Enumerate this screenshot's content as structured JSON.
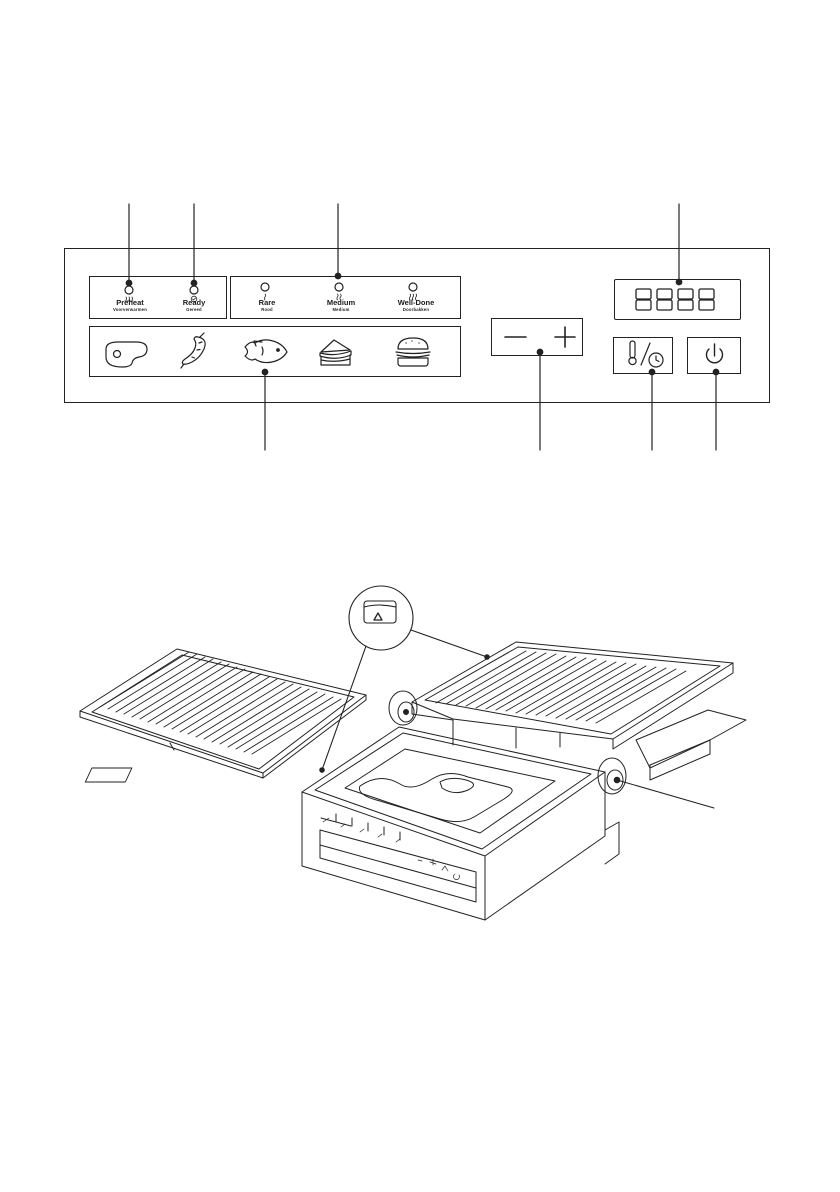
{
  "control_panel": {
    "status_indicators": [
      {
        "label": "Preheat",
        "sublabel": "Voorverwarmen",
        "icon": "heat-waves-icon"
      },
      {
        "label": "Ready",
        "sublabel": "Gereed",
        "icon": "check-circle-icon"
      }
    ],
    "doneness_indicators": [
      {
        "label": "Rare",
        "sublabel": "Rood",
        "icon": "single-wave-icon"
      },
      {
        "label": "Medium",
        "sublabel": "Medium",
        "icon": "double-wave-icon"
      },
      {
        "label": "Well-Done",
        "sublabel": "Doorbakken",
        "icon": "triple-wave-icon"
      }
    ],
    "food_programs": [
      "steak-icon",
      "sausage-icon",
      "fish-icon",
      "sandwich-icon",
      "burger-icon"
    ],
    "adjust": {
      "minus": "—",
      "plus": "+"
    },
    "display": {
      "digits": "8888"
    },
    "buttons": [
      "thermometer-timer-icon",
      "power-icon"
    ]
  },
  "colors": {
    "line": "#222222",
    "background": "#ffffff"
  }
}
